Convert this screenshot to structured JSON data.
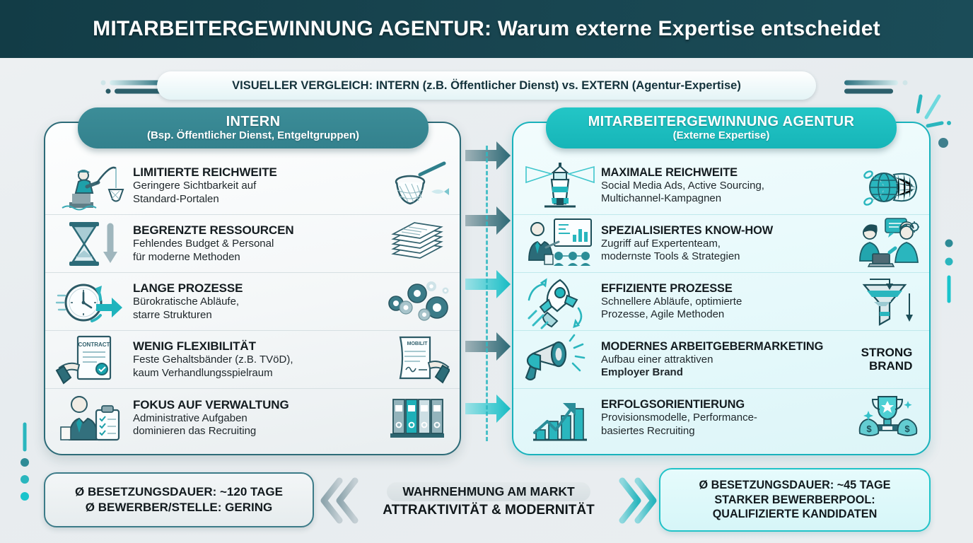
{
  "header": {
    "title": "MITARBEITERGEWINNUNG AGENTUR: Warum externe Expertise entscheidet",
    "bg_color": "#17434e"
  },
  "subtitle_banner": {
    "text": "VISUELLER VERGLEICH: INTERN (z.B. Öffentlicher Dienst) vs. EXTERN (Agentur-Expertise)"
  },
  "left_panel": {
    "title": "INTERN",
    "subtitle": "(Bsp. Öffentlicher Dienst, Entgeltgruppen)",
    "accent_color": "#36848f",
    "rows": [
      {
        "title": "LIMITIERTE REICHWEITE",
        "desc_line1": "Geringere Sichtbarkeit auf",
        "desc_line2": "Standard-Portalen",
        "icon_left": "fisherman-icon",
        "icon_right": "fishing-net-icon"
      },
      {
        "title": "BEGRENZTE RESSOURCEN",
        "desc_line1": "Fehlendes Budget & Personal",
        "desc_line2": "für moderne Methoden",
        "icon_left": "hourglass-down-arrow-icon",
        "icon_right": "paper-stack-icon"
      },
      {
        "title": "LANGE PROZESSE",
        "desc_line1": "Bürokratische Abläufe,",
        "desc_line2": "starre Strukturen",
        "icon_left": "clock-arrow-icon",
        "icon_right": "gears-icon"
      },
      {
        "title": "WENIG FLEXIBILITÄT",
        "desc_line1": "Feste Gehaltsbänder (z.B. TVöD),",
        "desc_line2": "kaum Verhandlungsspielraum",
        "icon_left": "contract-hand-icon",
        "icon_right": "signed-document-icon"
      },
      {
        "title": "FOKUS AUF VERWALTUNG",
        "desc_line1": "Administrative Aufgaben",
        "desc_line2": "dominieren das Recruiting",
        "icon_left": "clipboard-officer-icon",
        "icon_right": "binder-folders-icon"
      }
    ]
  },
  "right_panel": {
    "title": "MITARBEITERGEWINNUNG AGENTUR",
    "subtitle": "(Externe Expertise)",
    "accent_color": "#1cbfc2",
    "rows": [
      {
        "title": "MAXIMALE REICHWEITE",
        "desc_line1": "Social Media Ads, Active Sourcing,",
        "desc_line2": "Multichannel-Kampagnen",
        "icon_left": "lighthouse-icon",
        "icon_right": "globe-net-icon"
      },
      {
        "title": "SPEZIALISIERTES KNOW-HOW",
        "desc_line1": "Zugriff auf Expertenteam,",
        "desc_line2": "modernste Tools & Strategien",
        "icon_left": "presenter-chart-icon",
        "icon_right": "team-laptop-icon"
      },
      {
        "title": "EFFIZIENTE PROZESSE",
        "desc_line1": "Schnellere Abläufe, optimierte",
        "desc_line2": "Prozesse, Agile Methoden",
        "icon_left": "rocket-icon",
        "icon_right": "funnel-icon"
      },
      {
        "title": "MODERNES ARBEITGEBERMARKETING",
        "desc_line1": "Aufbau einer attraktiven",
        "desc_line2": "Employer Brand",
        "icon_left": "megaphone-icon",
        "icon_right": "strong-brand-text",
        "badge_line1": "STRONG",
        "badge_line2": "BRAND"
      },
      {
        "title": "ERFOLGSORIENTIERUNG",
        "desc_line1": "Provisionsmodelle, Performance-",
        "desc_line2": "basiertes Recruiting",
        "icon_left": "growth-chart-icon",
        "icon_right": "trophy-moneybags-icon"
      }
    ]
  },
  "footer": {
    "left_box": {
      "line1": "Ø BESETZUNGSDAUER: ~120 TAGE",
      "line2": "Ø BEWERBER/STELLE: GERING"
    },
    "middle": {
      "line1": "WAHRNEHMUNG AM MARKT",
      "line2": "ATTRAKTIVITÄT & MODERNITÄT"
    },
    "right_box": {
      "line1": "Ø BESETZUNGSDAUER: ~45 TAGE",
      "line2": "STARKER BEWERBERPOOL:",
      "line3": "QUALIFIZIERTE KANDIDATEN"
    }
  }
}
